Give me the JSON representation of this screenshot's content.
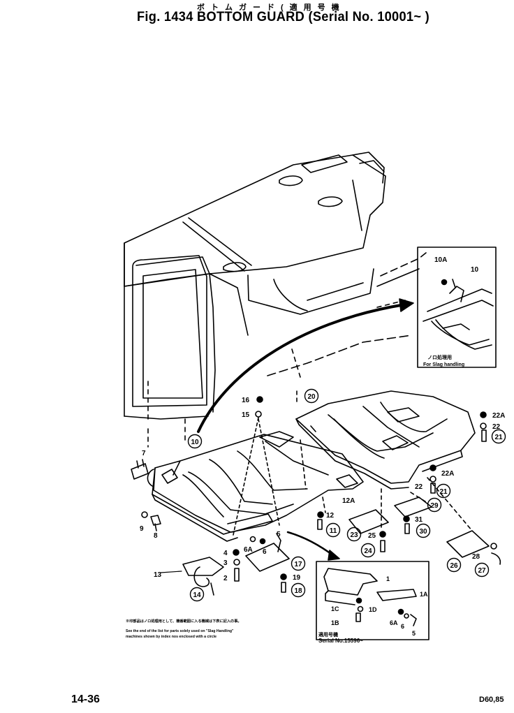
{
  "header": {
    "kana": "ボトムガード(適用号機",
    "title": "Fig. 1434 BOTTOM GUARD (Serial No. 10001~    )"
  },
  "footer": {
    "page": "14-36",
    "model": "D60,85"
  },
  "inset_top": {
    "parts": [
      "10A",
      "10"
    ],
    "caption_jp": "ノロ処理用",
    "caption": "For Slag handling"
  },
  "inset_bottom": {
    "parts": [
      "1",
      "1A",
      "1C",
      "1D",
      "1B",
      "6A",
      "6",
      "5"
    ],
    "caption_jp": "適用号機",
    "caption": "Serial No.15596~"
  },
  "note": {
    "jp": "※印部品はノロ処理用として、機番範囲に入る機械は下表に記入の事。",
    "en_line1": "See the end of the list for parts solely used on \"Slag Handling\"",
    "en_line2": "machines shown by index nos enclosed with a circle"
  },
  "callouts": {
    "c10": "10",
    "c20": "20",
    "c11": "11",
    "c14": "14",
    "c18": "18",
    "c21a": "21",
    "c21b": "21",
    "c23": "23",
    "c24": "24",
    "c26": "26",
    "c27": "27",
    "c29": "29",
    "c30": "30",
    "c17": "17"
  },
  "labels": {
    "l7": "7",
    "l16": "16",
    "l15": "15",
    "l22Aa": "22A",
    "l22a": "22",
    "l22Ab": "22A",
    "l22b": "22",
    "l12A": "12A",
    "l12": "12",
    "l9": "9",
    "l8": "8",
    "l6A": "6A",
    "l6": "6",
    "l5": "5",
    "l4": "4",
    "l3": "3",
    "l2": "2",
    "l13": "13",
    "l19": "19",
    "l25": "25",
    "l31": "31",
    "l28": "28"
  }
}
